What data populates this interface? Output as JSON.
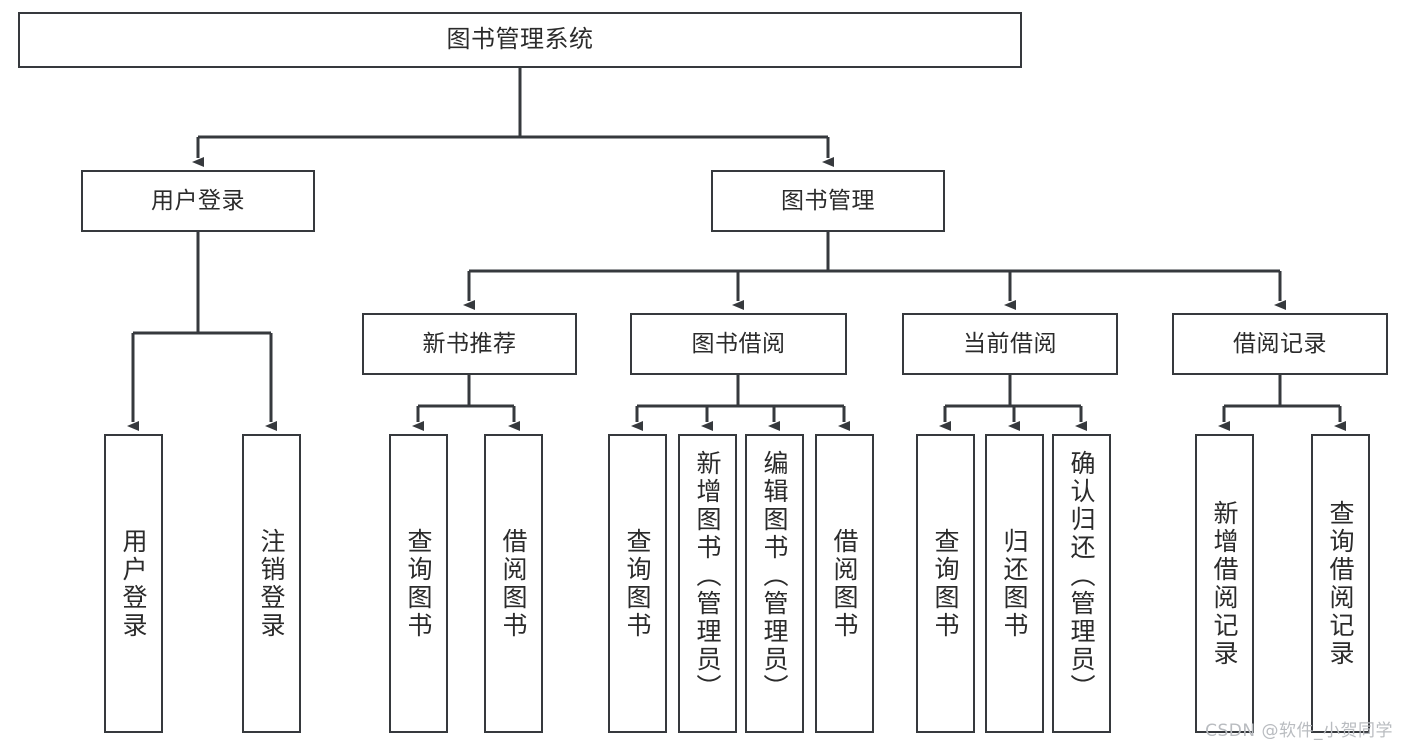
{
  "diagram": {
    "title": "图书管理系统",
    "type": "function-structure-tree",
    "stroke_color": "#36393d",
    "text_color": "#2b2b2b",
    "background": "#ffffff"
  },
  "root": {
    "label": "图书管理系统"
  },
  "level2": [
    {
      "label": "用户登录"
    },
    {
      "label": "图书管理"
    }
  ],
  "level3": [
    {
      "label": "新书推荐"
    },
    {
      "label": "图书借阅"
    },
    {
      "label": "当前借阅"
    },
    {
      "label": "借阅记录"
    }
  ],
  "leaves": {
    "user_login": [
      {
        "label": "用户登录"
      },
      {
        "label": "注销登录"
      }
    ],
    "new_book_recommend": [
      {
        "label": "查询图书"
      },
      {
        "label": "借阅图书"
      }
    ],
    "book_borrow": [
      {
        "label": "查询图书"
      },
      {
        "label": "新增图书（管理员）"
      },
      {
        "label": "编辑图书（管理员）"
      },
      {
        "label": "借阅图书"
      }
    ],
    "current_borrow": [
      {
        "label": "查询图书"
      },
      {
        "label": "归还图书"
      },
      {
        "label": "确认归还（管理员）"
      }
    ],
    "borrow_record": [
      {
        "label": "新增借阅记录"
      },
      {
        "label": "查询借阅记录"
      }
    ]
  },
  "watermark": {
    "text": "CSDN @软件_小贺同学"
  }
}
